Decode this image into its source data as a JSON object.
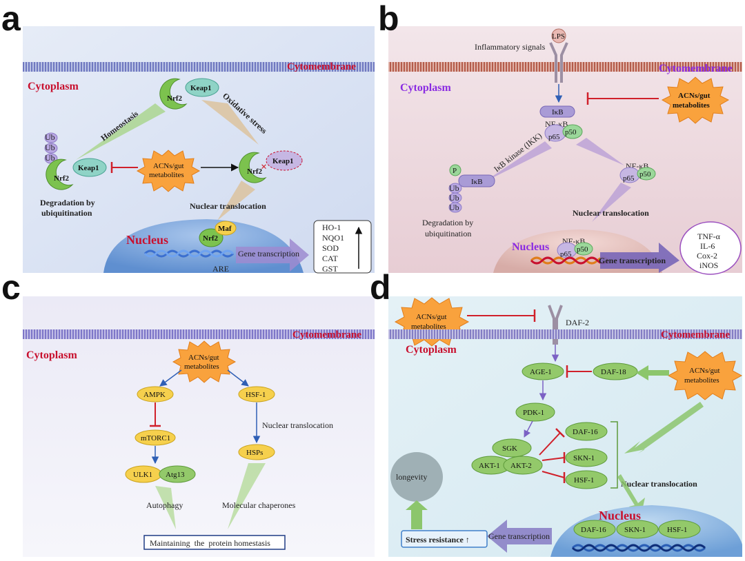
{
  "panels": {
    "a": {
      "letter": "a",
      "cytomembrane": "Cytomembrane",
      "cytoplasm": "Cytoplasm",
      "nrf2": "Nrf2",
      "keap1": "Keap1",
      "homeostasis": "Homeostasis",
      "oxidative_stress": "Oxidative stress",
      "ub": "Ub",
      "acns_line1": "ACNs/gut",
      "acns_line2": "metabolites",
      "degradation_line1": "Degradation by",
      "degradation_line2": "ubiquitination",
      "nuclear_translocation": "Nuclear translocation",
      "nucleus": "Nucleus",
      "maf": "Maf",
      "are": "ARE",
      "gene_transcription": "Gene transcription",
      "genes": [
        "HO-1",
        "NQO1",
        "SOD",
        "CAT",
        "GST"
      ]
    },
    "b": {
      "letter": "b",
      "lps": "LPS",
      "inflammatory_signals": "Inflammatory signals",
      "cytomembrane": "Cytomembrane",
      "cytoplasm": "Cytoplasm",
      "acns_line1": "ACNs/gut",
      "acns_line2": "metabolites",
      "ikb": "IκB",
      "nfkb": "NF-κB",
      "p65": "p65",
      "p50": "p50",
      "ikk": "IκB kinase (IKK)",
      "p": "P",
      "ub": "Ub",
      "degradation_line1": "Degradation by",
      "degradation_line2": "ubiquitination",
      "nuclear_translocation": "Nuclear translocation",
      "nucleus": "Nucleus",
      "gene_transcription": "Gene transcription",
      "genes": [
        "TNF-α",
        "IL-6",
        "Cox-2",
        "iNOS"
      ]
    },
    "c": {
      "letter": "c",
      "cytomembrane": "Cytomembrane",
      "cytoplasm": "Cytoplasm",
      "acns_line1": "ACNs/gut",
      "acns_line2": "metabolites",
      "ampk": "AMPK",
      "hsf1": "HSF-1",
      "mtorc1": "mTORC1",
      "nuclear_translocation": "Nuclear translocation",
      "hsps": "HSPs",
      "ulk1": "ULK1",
      "atg13": "Atg13",
      "autophagy": "Autophagy",
      "chaperones": "Molecular chaperones",
      "homeostasis_box": "Maintaining  the  protein homestasis"
    },
    "d": {
      "letter": "d",
      "acns_line1": "ACNs/gut",
      "acns_line2": "metabolites",
      "daf2": "DAF-2",
      "cytomembrane": "Cytomembrane",
      "cytoplasm": "Cytoplasm",
      "age1": "AGE-1",
      "daf18": "DAF-18",
      "pdk1": "PDK-1",
      "sgk": "SGK",
      "akt1": "AKT-1",
      "akt2": "AKT-2",
      "daf16": "DAF-16",
      "skn1": "SKN-1",
      "hsf1": "HSF-1",
      "longevity": "longevity",
      "nuclear_translocation": "Nuclear translocation",
      "nucleus": "Nucleus",
      "stress_resistance": "Stress resistance ↑",
      "gene_transcription": "Gene transcription"
    }
  },
  "colors": {
    "membrane": "#8a86c9",
    "green_protein": "#7cc24e",
    "teal_protein": "#8fd3c6",
    "purple_protein": "#a99bd6",
    "yellow_protein": "#f6d04d",
    "starburst": "#f9a23d",
    "inhibit": "#d0202a",
    "activate": "#2f5fb5"
  }
}
